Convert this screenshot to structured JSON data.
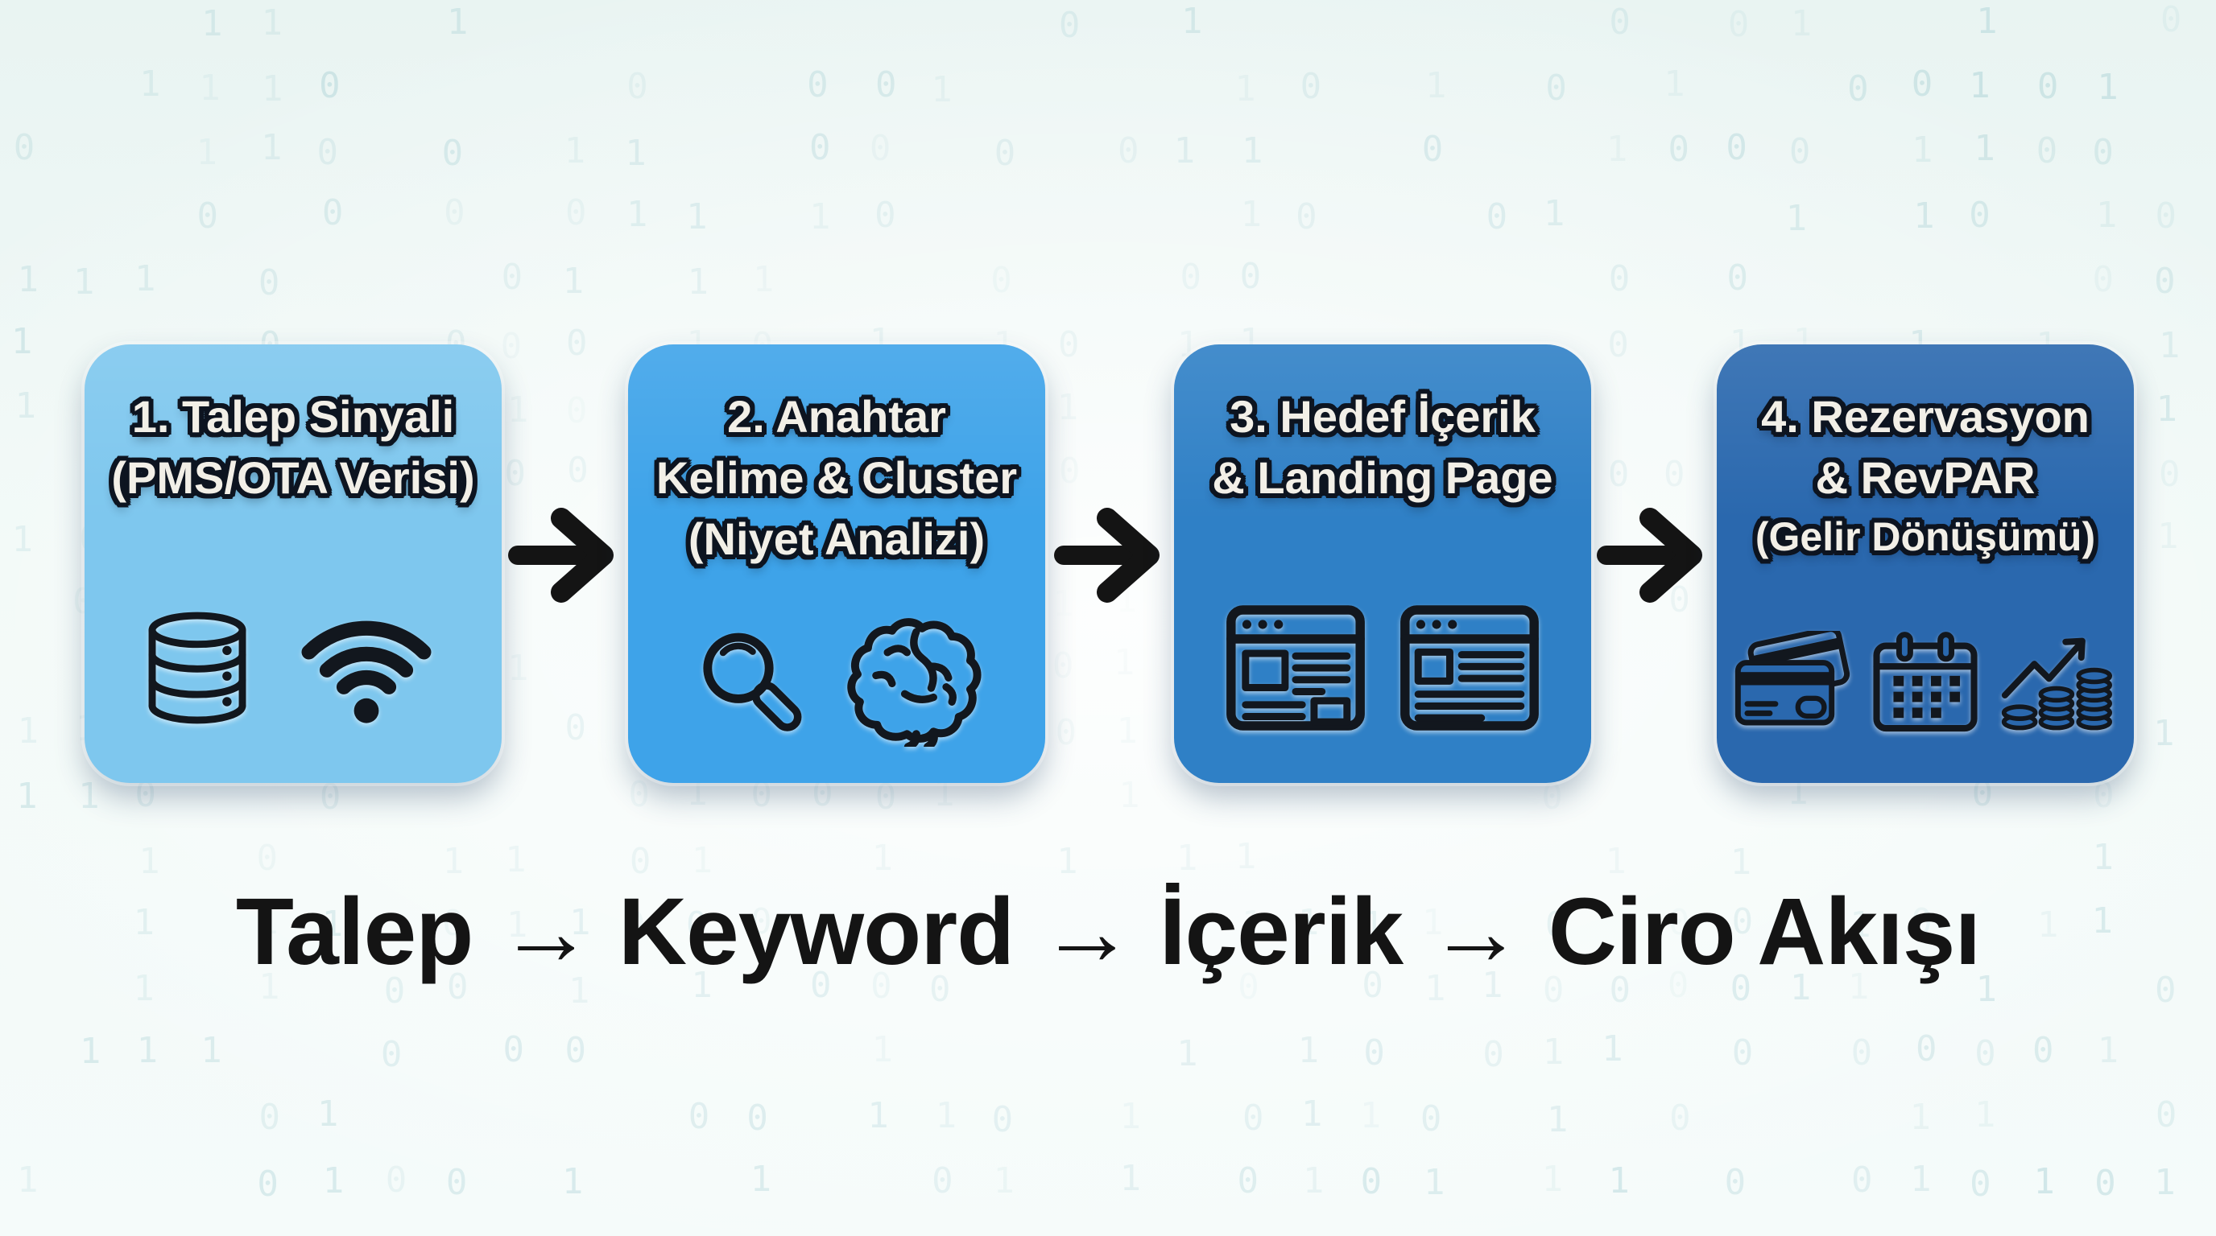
{
  "background": {
    "digit_chars": [
      "0",
      "1"
    ],
    "digit_color": "#8fc3c9"
  },
  "flow": {
    "arrow_color": "#141414",
    "boxes": [
      {
        "step": "1",
        "lines": [
          "1. Talep Sinyali",
          "(PMS/OTA Verisi)"
        ],
        "color": "#7ec7ee",
        "icon_names": [
          "database-icon",
          "wifi-icon"
        ]
      },
      {
        "step": "2",
        "lines": [
          "2. Anahtar",
          "Kelime & Cluster",
          "(Niyet Analizi)"
        ],
        "color": "#3ea3e9",
        "icon_names": [
          "search-magnifier-icon",
          "brain-icon"
        ]
      },
      {
        "step": "3",
        "lines": [
          "3. Hedef İçerik",
          "& Landing Page"
        ],
        "color": "#2f80c6",
        "icon_names": [
          "browser-page-icon",
          "browser-page-icon"
        ]
      },
      {
        "step": "4",
        "lines": [
          "4. Rezervasyon",
          "& RevPAR",
          "(Gelir Dönüşümü)"
        ],
        "color": "#2a68ae",
        "icon_names": [
          "credit-card-icon",
          "calendar-icon",
          "revenue-growth-icon"
        ]
      }
    ]
  },
  "summary": {
    "text": "Talep → Keyword → İçerik → Ciro Akışı",
    "color": "#141414"
  }
}
